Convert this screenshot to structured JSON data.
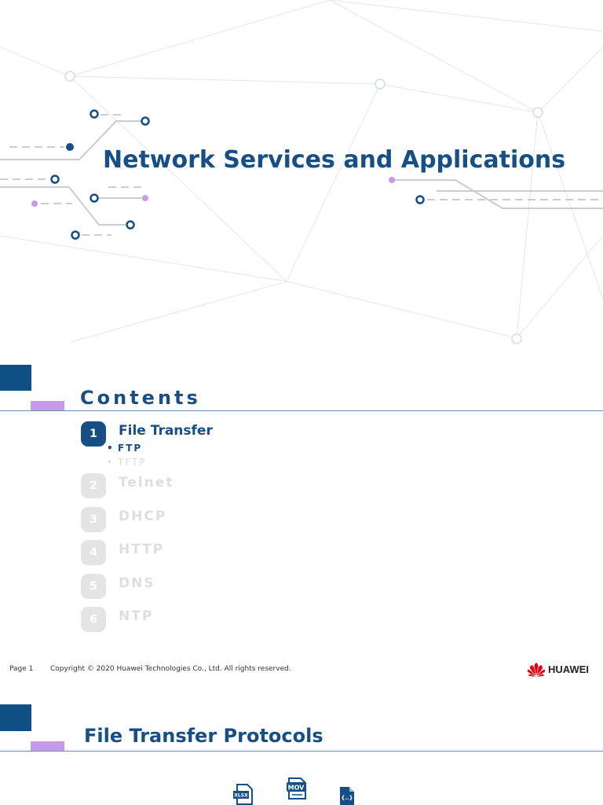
{
  "title_slide": {
    "title": "Network Services and Applications"
  },
  "contents_slide": {
    "heading": "Contents",
    "chapters": [
      {
        "number": "1",
        "label": "File Transfer",
        "active": true
      },
      {
        "number": "2",
        "label": "Telnet",
        "active": false
      },
      {
        "number": "3",
        "label": "DHCP",
        "active": false
      },
      {
        "number": "4",
        "label": "HTTP",
        "active": false
      },
      {
        "number": "5",
        "label": "DNS",
        "active": false
      },
      {
        "number": "6",
        "label": "NTP",
        "active": false
      }
    ],
    "subitems": [
      {
        "label": "FTP",
        "active": true
      },
      {
        "label": "TFTP",
        "active": false
      }
    ],
    "footer": {
      "page_label": "Page 1",
      "copyright": "Copyright © 2020 Huawei Technologies Co., Ltd. All rights reserved.",
      "brand": "HUAWEI"
    }
  },
  "ftp_slide": {
    "heading": "File Transfer Protocols",
    "icons": [
      {
        "name": "xlsx-file-icon",
        "label": "XLSX"
      },
      {
        "name": "mov-file-icon",
        "label": "MOV"
      },
      {
        "name": "json-file-icon",
        "label": "{..}"
      }
    ]
  },
  "colors": {
    "brand_blue": "#154f86",
    "lilac": "#c69ae9",
    "huawei_red": "#e60012",
    "inactive_gray": "#e4e4e4"
  }
}
